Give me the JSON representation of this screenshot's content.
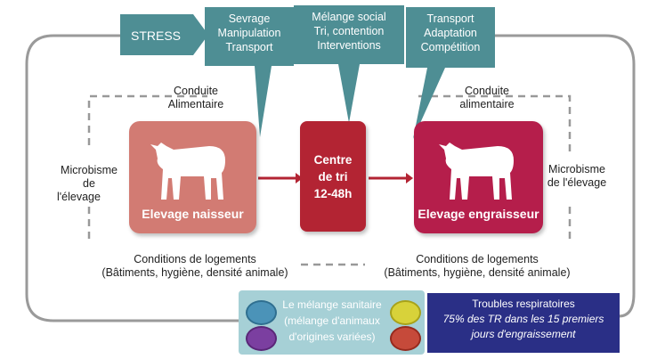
{
  "stress": {
    "label": "STRESS"
  },
  "callouts": [
    {
      "lines": [
        "Sevrage",
        "Manipulation",
        "Transport"
      ]
    },
    {
      "lines": [
        "Mélange social",
        "Tri, contention",
        "Interventions"
      ]
    },
    {
      "lines": [
        "Transport",
        "Adaptation",
        "Compétition"
      ]
    }
  ],
  "left_feed": {
    "lines": [
      "Conduite",
      "Alimentaire"
    ]
  },
  "right_feed": {
    "lines": [
      "Conduite",
      "alimentaire"
    ]
  },
  "left_microbism": {
    "lines": [
      "Microbisme",
      "de",
      "l'élevage"
    ]
  },
  "right_microbism": {
    "lines": [
      "Microbisme",
      "de l'élevage"
    ]
  },
  "farm_breeder": {
    "label": "Elevage naisseur"
  },
  "farm_fattening": {
    "label": "Elevage engraisseur"
  },
  "sorting_center": {
    "lines": [
      "Centre",
      "de tri",
      "12-48h"
    ]
  },
  "left_housing": {
    "lines": [
      "Conditions de logements",
      "(Bâtiments, hygiène, densité animale)"
    ]
  },
  "right_housing": {
    "lines": [
      "Conditions de logements",
      "(Bâtiments, hygiène, densité animale)"
    ]
  },
  "sanitary_mix": {
    "lines": [
      "Le mélange sanitaire",
      "(mélange d'animaux",
      "d'origines variées)"
    ]
  },
  "respiratory": {
    "title": "Troubles respiratoires",
    "lines": [
      "75% des TR dans les 15 premiers",
      "jours d'engraissement"
    ]
  },
  "colors": {
    "callout": "#4e8e94",
    "breeder": "#d27b73",
    "center": "#b32433",
    "fattening": "#b51e4b",
    "mix_box": "#a6d0d6",
    "resp_box": "#2a2f86"
  }
}
